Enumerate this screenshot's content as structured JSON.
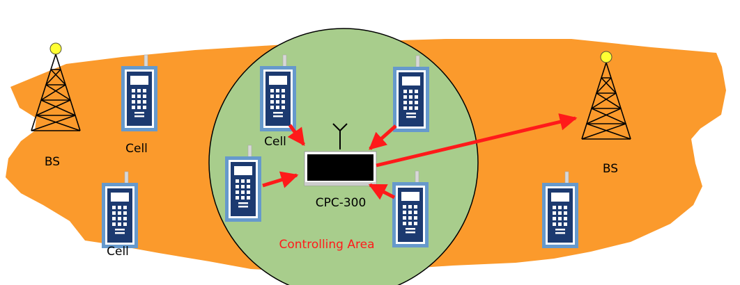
{
  "colors": {
    "region_fill": "#fb9a2c",
    "controlling_area_fill": "#a8cd8c",
    "arrow": "#ff1a1a",
    "phone_frame": "#6699cc",
    "phone_body": "#1c3a70",
    "tower": "#000000",
    "tower_light": "#ffff33",
    "controlling_area_label": "#ff1a1a"
  },
  "labels": {
    "bs_left": "BS",
    "bs_right": "BS",
    "cell_top_left": "Cell",
    "cell_bottom_left": "Cell",
    "cell_center": "Cell",
    "controller": "CPC-300",
    "controlling_area": "Controlling Area"
  },
  "icons": {
    "base_station": "radio-tower-icon",
    "cell_phone": "mobile-phone-icon",
    "controller": "controller-device-icon"
  }
}
